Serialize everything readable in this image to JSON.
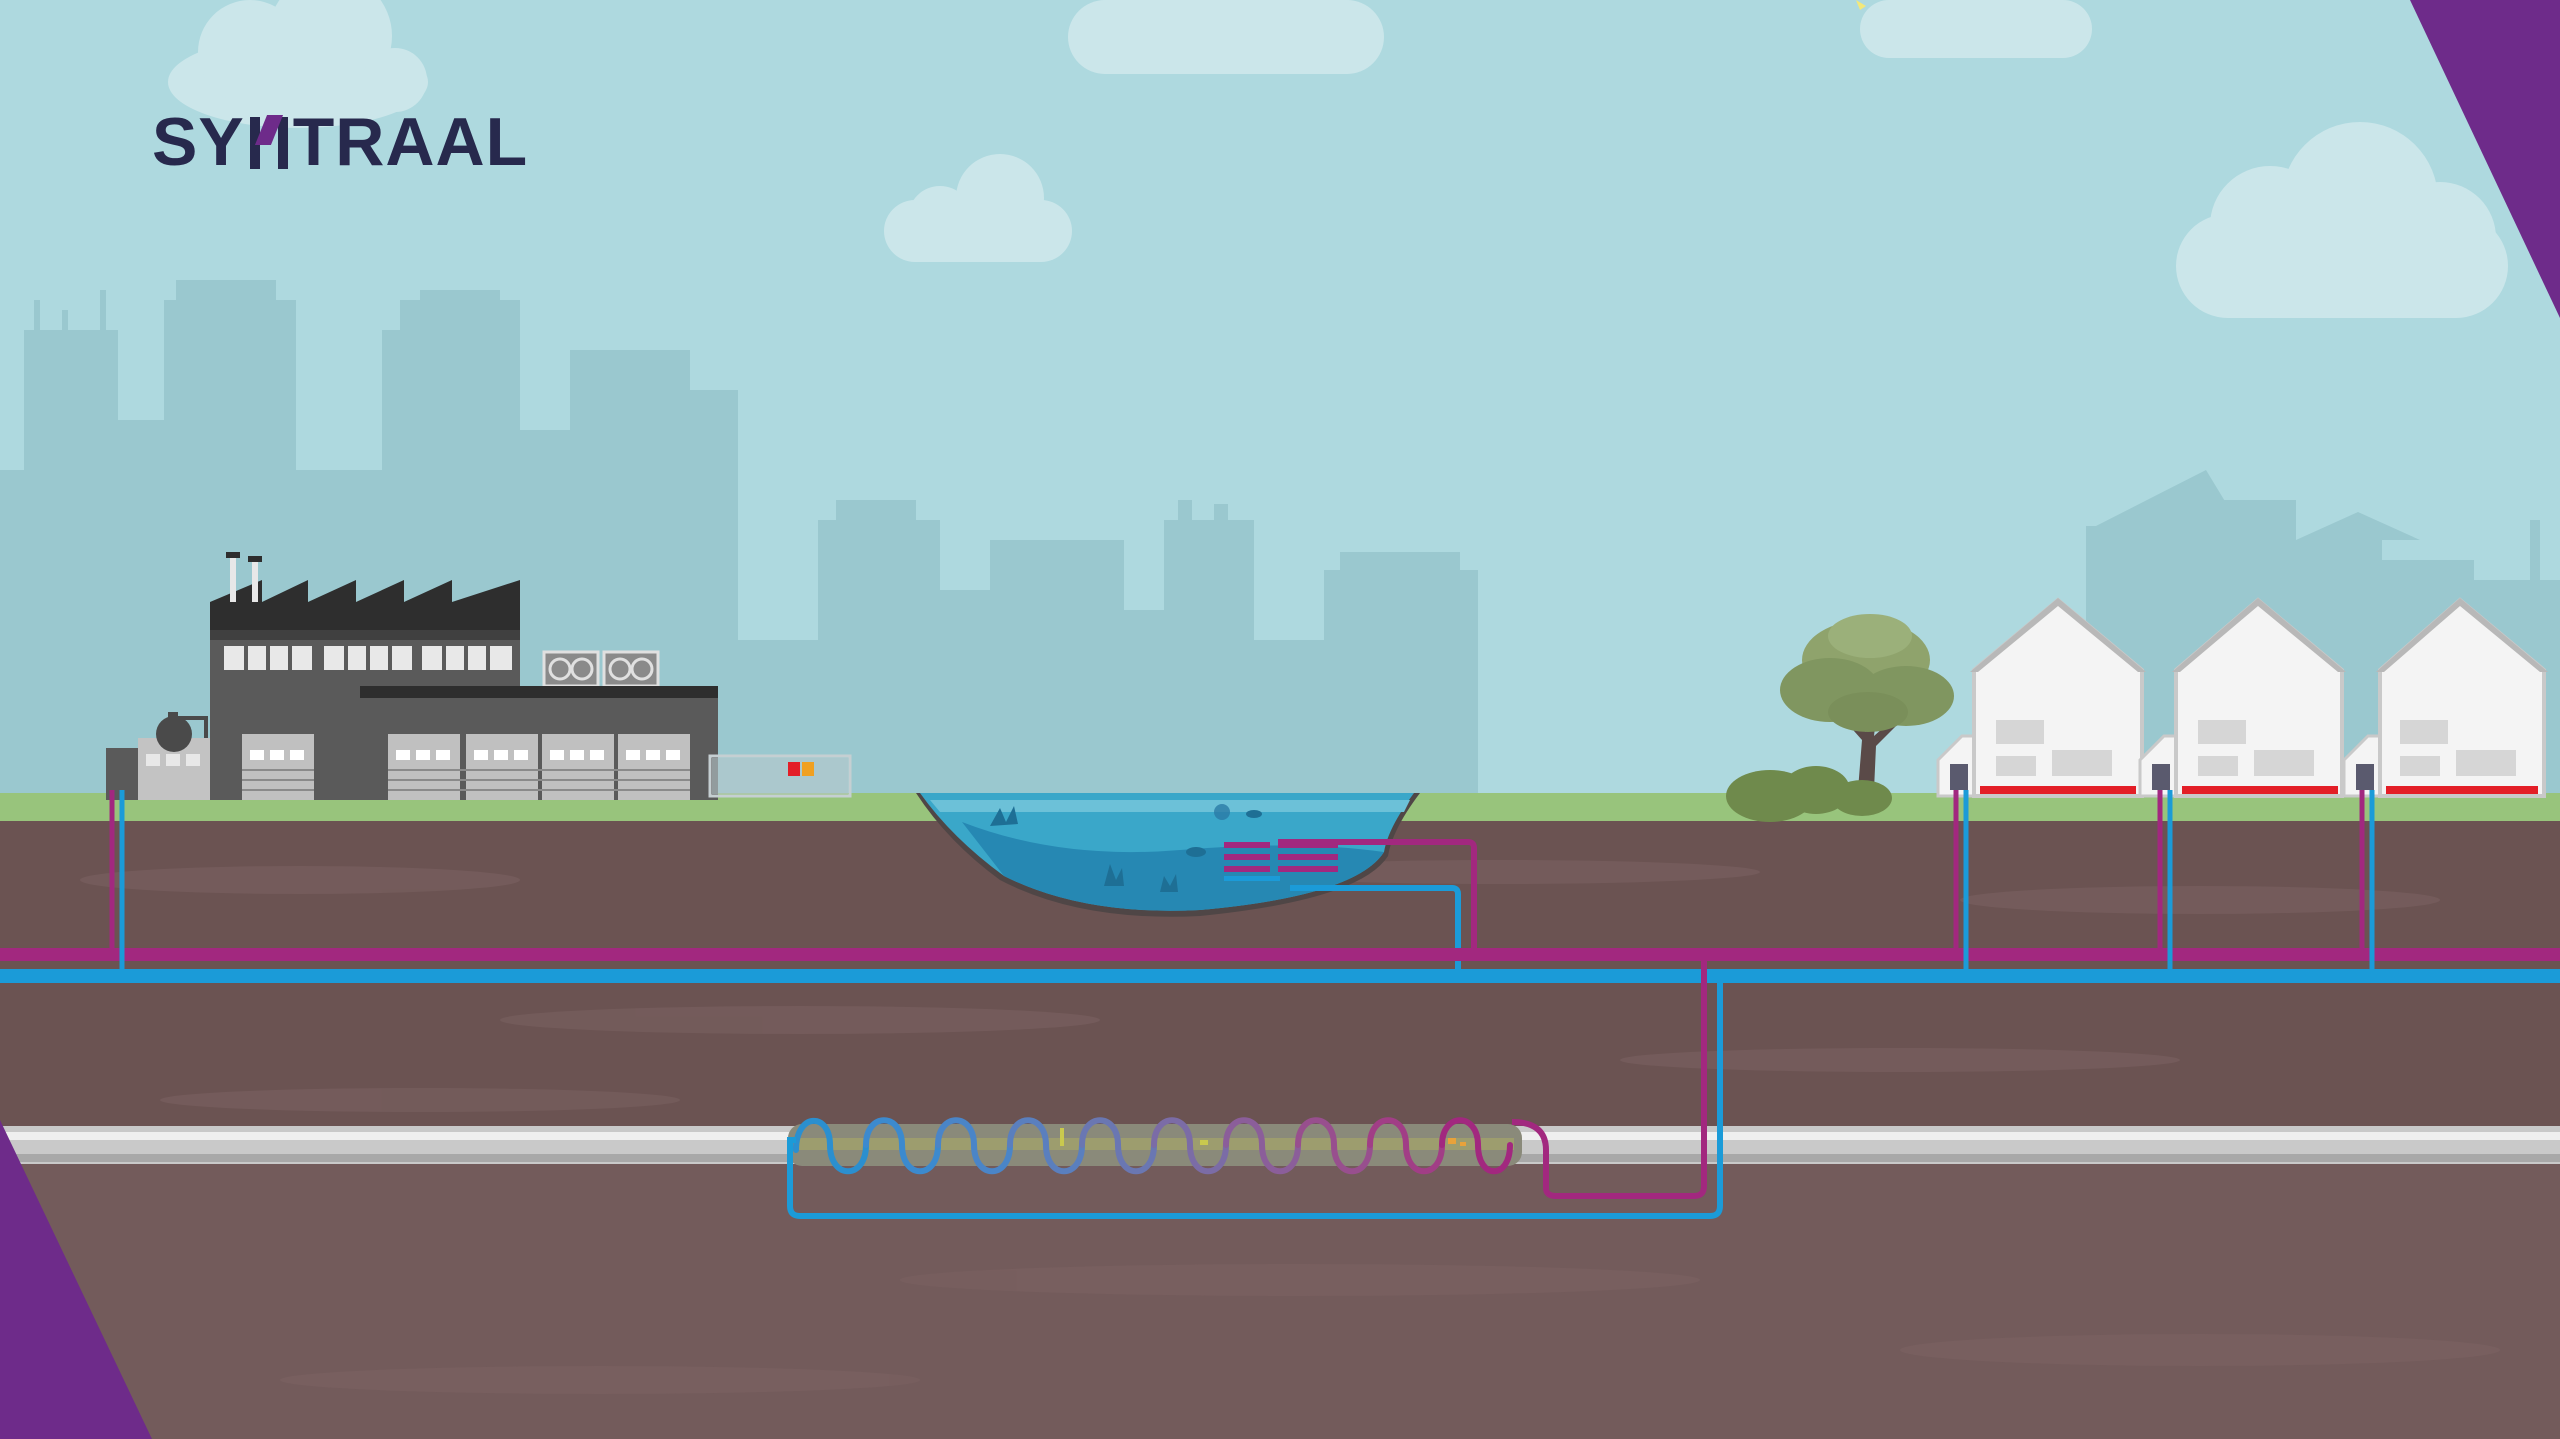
{
  "brand": {
    "name": "SYNTRAAL",
    "text_before_mark": "SY",
    "text_after_mark": "TRAAL"
  },
  "colors": {
    "sky": "#aed9df",
    "skyline": "#9ac8cf",
    "cloud": "#cbe6ea",
    "grass": "#98c47c",
    "soil_upper": "#6b5352",
    "soil_lower": "#735b5b",
    "heat_pipe": "#a2287f",
    "cold_pipe": "#1b9bd8",
    "brand_purple": "#6e2b8a",
    "brand_navy": "#27294d",
    "water": "#3aa7c9",
    "house_wall": "#f4f4f4",
    "house_floor": "#e31e27",
    "factory": "#5a5a5a",
    "steel_pipe": "#c9c9c9"
  },
  "icons": {
    "logo": "syntraal-logo-icon",
    "factory": "factory-icon",
    "pond": "pond-icon",
    "tree": "tree-icon",
    "house": "house-icon",
    "heat_exchanger": "heat-exchanger-coil-icon",
    "cloud": "cloud-icon"
  }
}
